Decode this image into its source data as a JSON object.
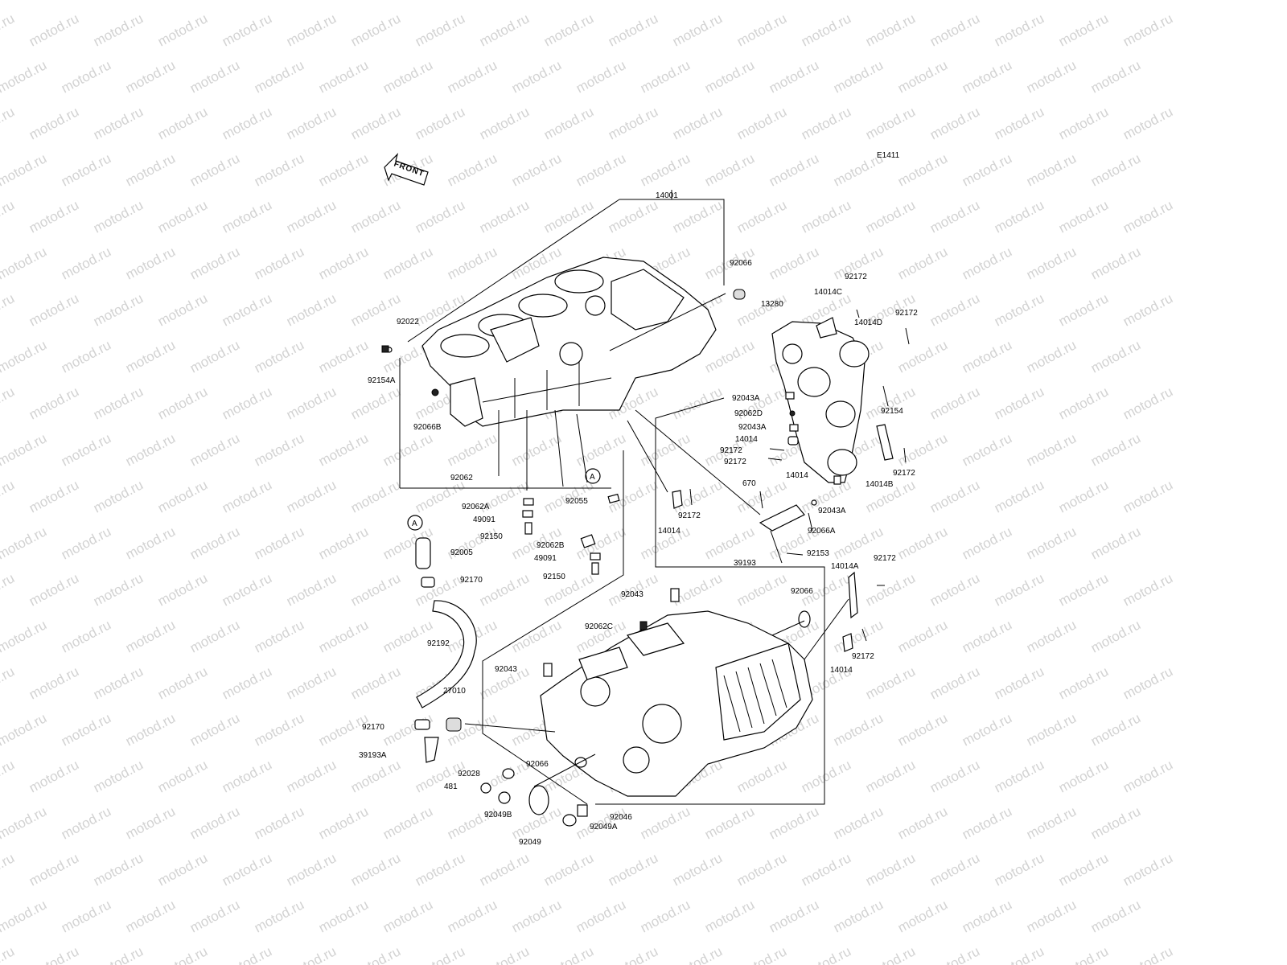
{
  "watermark": "motod.ru",
  "diagram_code": "E1411",
  "front_label": "FRONT",
  "callout_a": "A",
  "labels": [
    "14001",
    "92066",
    "92022",
    "92154A",
    "92066B",
    "92062",
    "92062A",
    "49091",
    "92150",
    "92055",
    "92062B",
    "49091",
    "92150",
    "92005",
    "92170",
    "92192",
    "92170",
    "39193A",
    "27010",
    "92043",
    "92062C",
    "92043",
    "92066",
    "92028",
    "481",
    "92049B",
    "92049",
    "92046",
    "92049A",
    "92066",
    "14014A",
    "92172",
    "92172",
    "14014",
    "13280",
    "14014C",
    "92172",
    "14014D",
    "92172",
    "92154",
    "92043A",
    "92062D",
    "92043A",
    "14014",
    "92172",
    "92172",
    "14014",
    "92172",
    "14014B",
    "670",
    "92043A",
    "92066A",
    "92153",
    "39193",
    "92172",
    "14014"
  ]
}
